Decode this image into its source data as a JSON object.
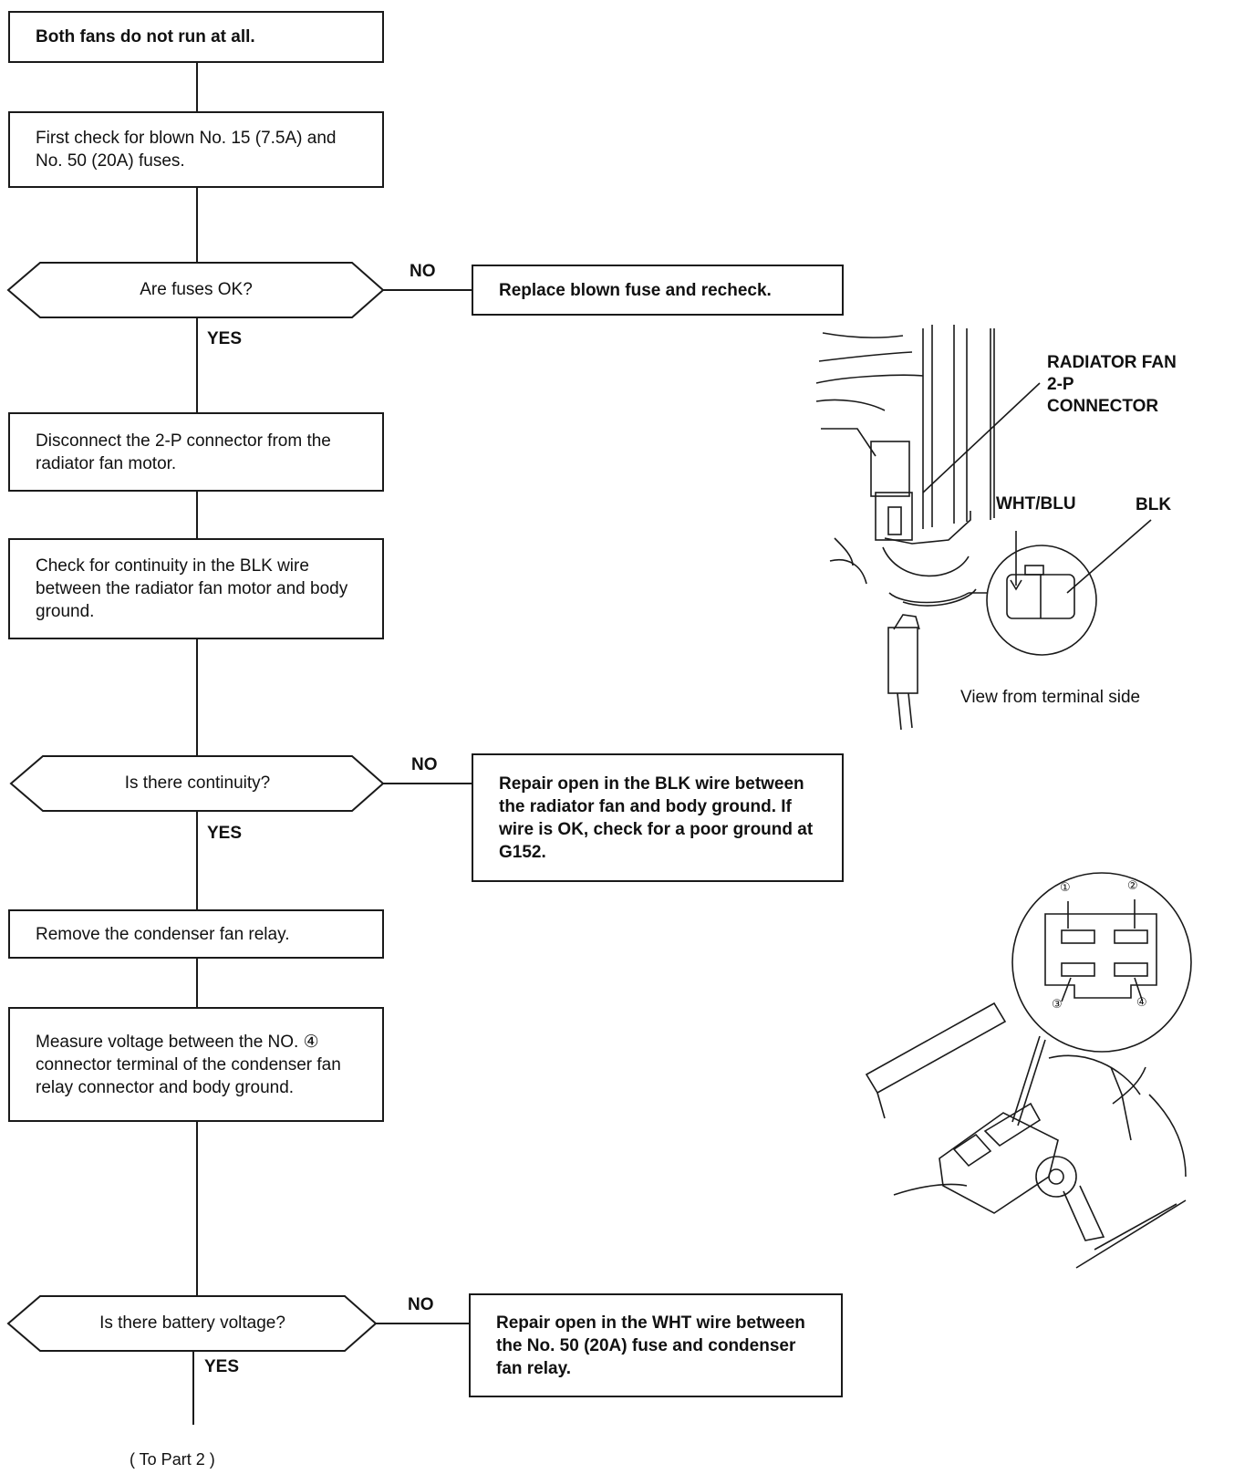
{
  "flowchart": {
    "box_both_fans": "Both fans do not run at all.",
    "box_check_fuses": "First check for blown No. 15 (7.5A) and No. 50 (20A) fuses.",
    "decision_fuses_ok": "Are fuses OK?",
    "box_replace_fuse": "Replace blown fuse and recheck.",
    "box_disconnect": "Disconnect the 2-P connector from the radiator fan motor.",
    "box_check_continuity": "Check for continuity in the BLK wire between the radiator fan motor and body ground.",
    "decision_continuity": "Is there continuity?",
    "box_repair_blk": "Repair open in the BLK wire between the radiator fan and body ground. If wire is OK, check for a poor ground at G152.",
    "box_remove_relay": "Remove the condenser fan relay.",
    "box_measure_voltage": "Measure voltage between the NO. ④ connector terminal of the condenser fan relay connector and body ground.",
    "decision_battery_voltage": "Is there battery voltage?",
    "box_repair_wht": "Repair open in the WHT wire between the No. 50 (20A) fuse and condenser fan relay.",
    "label_no": "NO",
    "label_yes": "YES",
    "footer": "( To Part 2 )"
  },
  "illustrations": {
    "connector_callout": "RADIATOR FAN 2-P CONNECTOR",
    "wire_wht_blu": "WHT/BLU",
    "wire_blk": "BLK",
    "terminal_view_caption": "View from terminal side",
    "relay_terminals": [
      "①",
      "②",
      "③",
      "④"
    ]
  }
}
